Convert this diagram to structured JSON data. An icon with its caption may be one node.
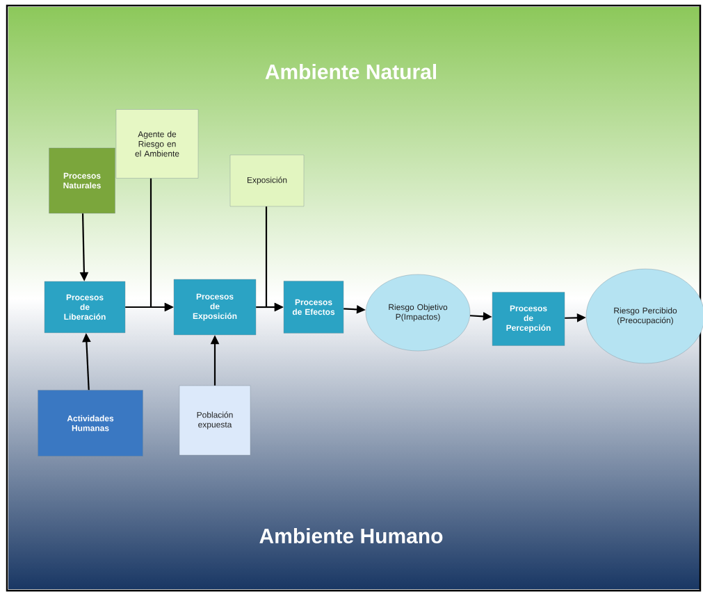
{
  "diagram": {
    "nodes": [
      {
        "text": [
          "Procesos Naturales"
        ]
      },
      {
        "text": [
          "Agente de Riesgo en el Ambiente"
        ]
      },
      {
        "text": [
          "Exposición"
        ]
      },
      {
        "text": [
          "Procesos de Liberación"
        ]
      },
      {
        "text": [
          "Procesos de Exposición"
        ]
      },
      {
        "text": [
          "Procesos de Efectos"
        ]
      },
      {
        "text": [
          "Riesgo Objetivo P(Impactos)"
        ]
      },
      {
        "text": [
          "Procesos de Percepción"
        ]
      },
      {
        "text": [
          "Riesgo Percibido (Preocupación)"
        ]
      },
      {
        "text": [
          "Actividades Humanas"
        ]
      },
      {
        "text": [
          "Población expuesta"
        ]
      }
    ],
    "edges": [
      {
        "from": 0,
        "to": 3,
        "arrow": "to"
      },
      {
        "from": 9,
        "to": 3,
        "arrow": "to"
      },
      {
        "from": 3,
        "to": 4,
        "arrow": "to"
      },
      {
        "from": 1,
        "to": 4,
        "arrow": "to"
      },
      {
        "from": 10,
        "to": 4,
        "arrow": "to"
      },
      {
        "from": 4,
        "to": 5,
        "arrow": "to"
      },
      {
        "from": 2,
        "to": 5,
        "arrow": "to"
      },
      {
        "from": 5,
        "to": 6,
        "arrow": "to"
      },
      {
        "from": 6,
        "to": 7,
        "arrow": "to"
      },
      {
        "from": 7,
        "to": 8,
        "arrow": "to"
      }
    ],
    "labels": [
      "Ambiente Natural",
      "Ambiente Humano"
    ]
  }
}
